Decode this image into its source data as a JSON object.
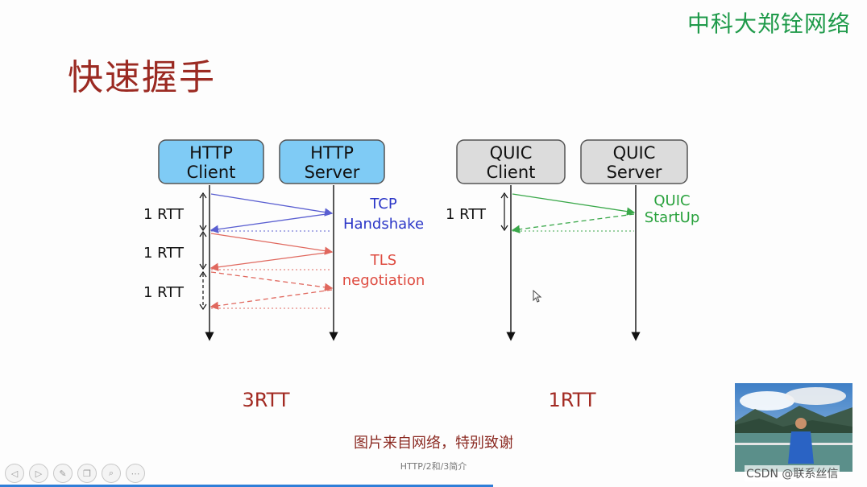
{
  "slide": {
    "title": "快速握手",
    "watermark": "中科大郑铨网络",
    "caption": "图片来自网络，特别致谢",
    "footer_title": "HTTP/2和/3简介"
  },
  "diagram": {
    "http_client": [
      "HTTP",
      "Client"
    ],
    "http_server": [
      "HTTP",
      "Server"
    ],
    "quic_client": [
      "QUIC",
      "Client"
    ],
    "quic_server": [
      "QUIC",
      "Server"
    ],
    "rtt_labels_left": [
      "1 RTT",
      "1 RTT",
      "1 RTT"
    ],
    "rtt_label_right": "1 RTT",
    "tcp_label": [
      "TCP",
      "Handshake"
    ],
    "tls_label": [
      "TLS",
      "negotiation"
    ],
    "quic_label": [
      "QUIC",
      "StartUp"
    ],
    "total_left": "3RTT",
    "total_right": "1RTT",
    "colors": {
      "http_box": "#7fcbf5",
      "quic_box": "#dcdcdc",
      "tcp": "#5a5fd1",
      "tls": "#e0685e",
      "quic": "#3aa84a"
    }
  },
  "navbar": {
    "icons": [
      "prev-icon",
      "next-icon",
      "pen-icon",
      "copy-icon",
      "zoom-icon",
      "more-icon"
    ],
    "glyphs": [
      "◁",
      "▷",
      "✎",
      "❐",
      "⌕",
      "⋯"
    ]
  },
  "webcam": {
    "badge": "CSDN @联系丝信"
  }
}
